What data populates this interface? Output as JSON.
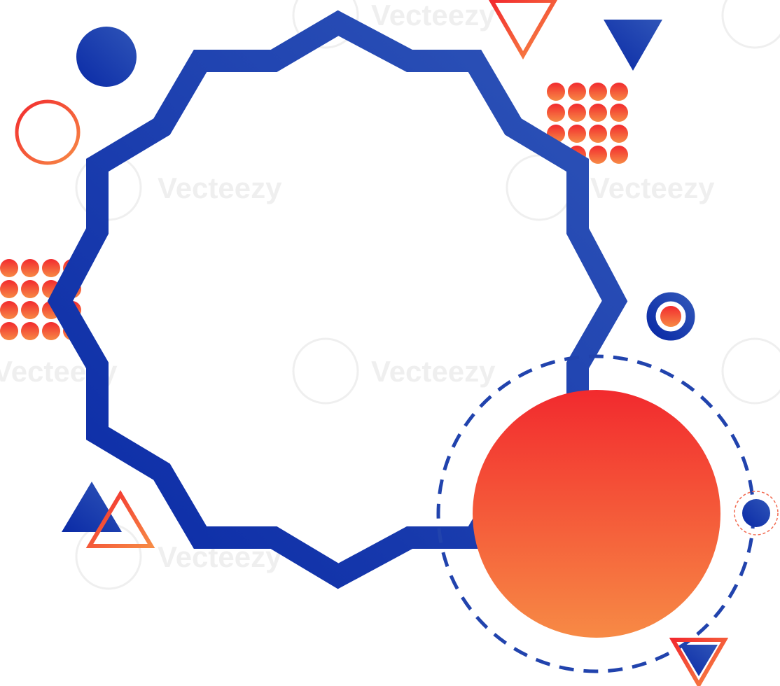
{
  "watermark": {
    "text": "Vecteezy"
  },
  "colors": {
    "blue_dark": "#0a2aa6",
    "blue_light": "#2f55b8",
    "red": "#f22a2e",
    "orange": "#f78a45",
    "watermark_gray": "#e2e2e2"
  },
  "shapes": {
    "frame": "twelve-point star outline",
    "accent": "large gradient circle with dashed ring"
  }
}
